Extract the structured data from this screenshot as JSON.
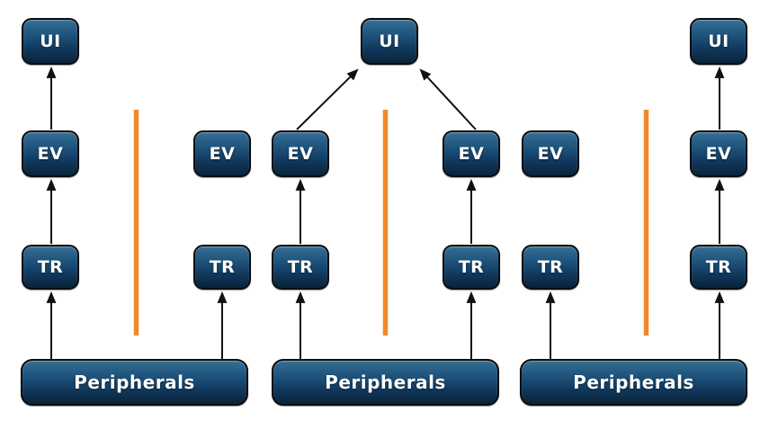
{
  "diagram": {
    "type": "architecture-layers-diagram",
    "colors": {
      "background": "#ffffff",
      "node_gradient_top": "#356f96",
      "node_gradient_bottom": "#0a2439",
      "node_border": "#0d0d0d",
      "node_text": "#ffffff",
      "arrow": "#111111",
      "divider_accent": "#F08A28"
    },
    "nodes": {
      "g1_ui": "UI",
      "g1_ev_left": "EV",
      "g1_ev_right": "EV",
      "g1_tr_left": "TR",
      "g1_tr_right": "TR",
      "g1_peripherals": "Peripherals",
      "g2_ui": "UI",
      "g2_ev_left": "EV",
      "g2_ev_right": "EV",
      "g2_tr_left": "TR",
      "g2_tr_right": "TR",
      "g2_peripherals": "Peripherals",
      "g3_ui": "UI",
      "g3_ev_left": "EV",
      "g3_ev_right": "EV",
      "g3_tr_left": "TR",
      "g3_tr_right": "TR",
      "g3_peripherals": "Peripherals"
    },
    "edges": [
      {
        "from": "g1_peripherals",
        "to": "g1_tr_left"
      },
      {
        "from": "g1_peripherals",
        "to": "g1_tr_right"
      },
      {
        "from": "g1_tr_left",
        "to": "g1_ev_left"
      },
      {
        "from": "g1_ev_left",
        "to": "g1_ui"
      },
      {
        "from": "g2_peripherals",
        "to": "g2_tr_left"
      },
      {
        "from": "g2_peripherals",
        "to": "g2_tr_right"
      },
      {
        "from": "g2_tr_left",
        "to": "g2_ev_left"
      },
      {
        "from": "g2_tr_right",
        "to": "g2_ev_right"
      },
      {
        "from": "g2_ev_left",
        "to": "g2_ui"
      },
      {
        "from": "g2_ev_right",
        "to": "g2_ui"
      },
      {
        "from": "g3_peripherals",
        "to": "g3_tr_left"
      },
      {
        "from": "g3_peripherals",
        "to": "g3_tr_right"
      },
      {
        "from": "g3_tr_right",
        "to": "g3_ev_right"
      },
      {
        "from": "g3_ev_right",
        "to": "g3_ui"
      }
    ],
    "dividers": [
      {
        "name": "divider-1",
        "between": [
          "g1 left stack",
          "g1 right stack"
        ]
      },
      {
        "name": "divider-2",
        "between": [
          "g2 left stack",
          "g2 right stack"
        ]
      },
      {
        "name": "divider-3",
        "between": [
          "g3 left stack",
          "g3 right stack"
        ]
      }
    ]
  }
}
